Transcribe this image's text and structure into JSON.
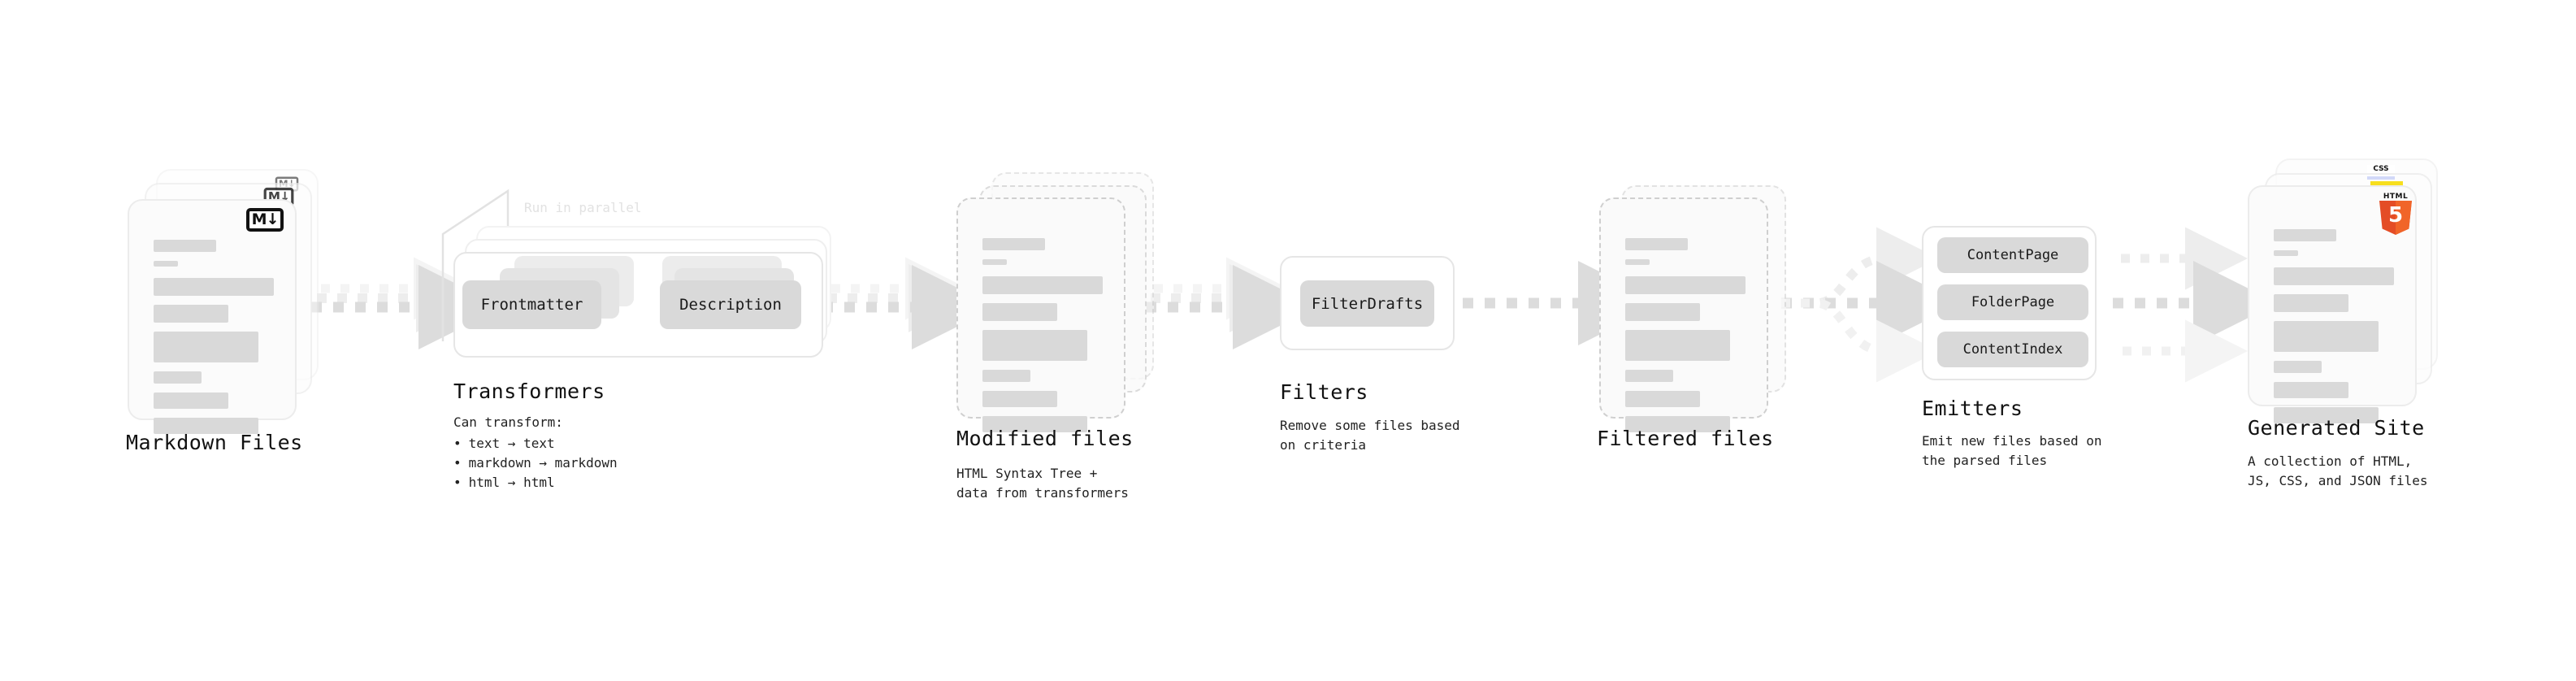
{
  "diagram": {
    "type": "pipeline-flowchart",
    "background": "#ffffff",
    "accent_colors": {
      "bar_gray": "#d9d9d9",
      "card_border": "#ececec",
      "dashed_border": "#cfcfcf",
      "chip_gray": "#d9d9d9",
      "arrow_gray": "#dcdcdc",
      "html5_orange": "#e44d26",
      "js_yellow": "#f7df1e",
      "css_blue": "#264de4",
      "muted_text": "#e2e2e2"
    }
  },
  "stages": {
    "markdown_files": {
      "title": "Markdown Files",
      "badge": "M↓",
      "badge_name": "markdown-logo"
    },
    "transformers": {
      "title": "Transformers",
      "note": "Run in parallel",
      "chips": [
        "Frontmatter",
        "Description"
      ],
      "caption_intro": "Can transform:",
      "caption_items": [
        "text → text",
        "markdown → markdown",
        "html → html"
      ]
    },
    "modified_files": {
      "title": "Modified files",
      "caption": "HTML Syntax Tree +\ndata from transformers"
    },
    "filters": {
      "title": "Filters",
      "chips": [
        "FilterDrafts"
      ],
      "caption": "Remove some files based\non criteria"
    },
    "filtered_files": {
      "title": "Filtered files",
      "caption": ""
    },
    "emitters": {
      "title": "Emitters",
      "chips": [
        "ContentPage",
        "FolderPage",
        "ContentIndex"
      ],
      "caption": "Emit new files based on\nthe parsed files"
    },
    "generated_site": {
      "title": "Generated Site",
      "caption": "A collection of HTML,\nJS, CSS, and JSON files",
      "badges": [
        "HTML5",
        "JS",
        "CSS"
      ]
    }
  }
}
